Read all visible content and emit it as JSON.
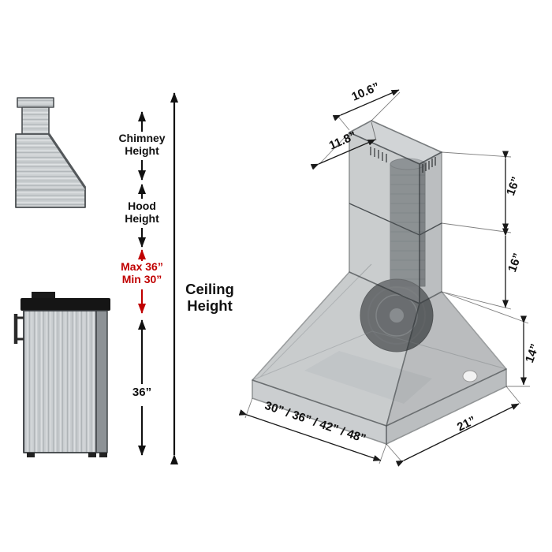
{
  "title": "Range hood installation dimension diagram",
  "colors": {
    "accent_red": "#c00000",
    "ink": "#111111",
    "steel_light": "#ccd0d2",
    "steel_dark": "#8f9497"
  },
  "left_diagram": {
    "chimney_height_label": "Chimney\nHeight",
    "hood_height_label": "Hood\nHeight",
    "mount_range_label": "Max 36”\nMin 30”",
    "ceiling_height_label": "Ceiling\nHeight",
    "range_clearance_label": "36”"
  },
  "right_diagram": {
    "dim_chimney_depth": "10.6”",
    "dim_chimney_width": "11.8”",
    "dim_upper_chimney_height": "16”",
    "dim_lower_chimney_height": "16”",
    "dim_hood_body_height": "14”",
    "dim_hood_depth": "21”",
    "dim_width_options": "30” / 36” / 42” / 48”"
  }
}
